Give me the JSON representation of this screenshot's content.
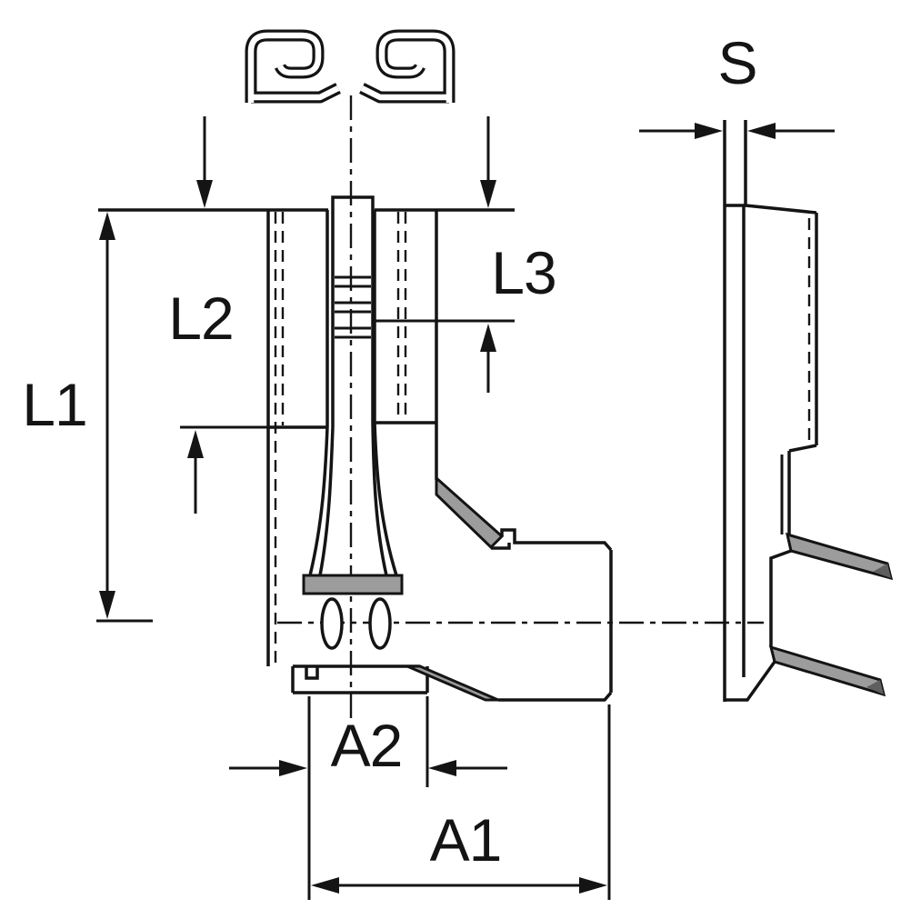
{
  "dimensions": {
    "l1": "L1",
    "l2": "L2",
    "l3": "L3",
    "a1": "A1",
    "a2": "A2",
    "s": "S"
  },
  "colors": {
    "line": "#141414",
    "background": "#ffffff",
    "shade": "#9c9c9c",
    "shade_dark": "#5f5f5f"
  }
}
